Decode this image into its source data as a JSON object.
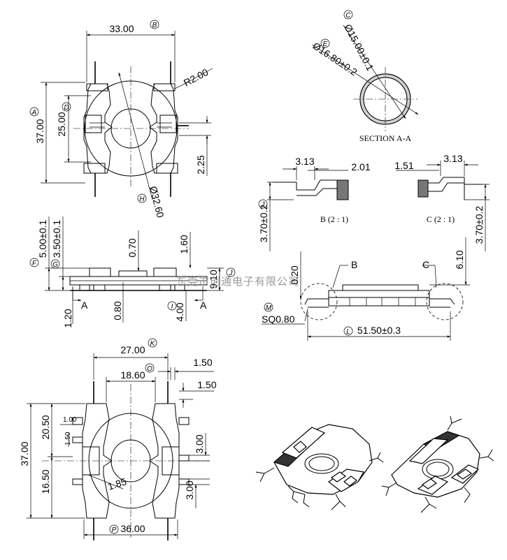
{
  "top_view": {
    "dims": {
      "width_top": "33.00",
      "height_left": "37.00",
      "inner_height": "25.00",
      "radius": "R2.00",
      "pin_offset": "2.25",
      "diameter": "Ø32.60"
    },
    "markers": {
      "A": "A",
      "B": "B",
      "D": "D",
      "H": "H"
    }
  },
  "section_view": {
    "dims": {
      "inner_dia": "Ø15.00±0.1",
      "outer_dia": "Ø16.80±0.2"
    },
    "caption": "SECTION A-A",
    "markers": {
      "C": "C",
      "E": "E"
    }
  },
  "side_view": {
    "dims": {
      "total_h": "5.00±0.1",
      "body_h": "3.50±0.1",
      "t070": "0.70",
      "t160": "1.60",
      "t910": "9.10",
      "t120": "1.20",
      "t080": "0.80",
      "t400": "4.00"
    },
    "section_marks": [
      "A",
      "A"
    ],
    "markers": {
      "F": "F",
      "G": "G",
      "I": "I",
      "J": "J"
    },
    "watermark": "东莞市创通电子有限公司"
  },
  "detail_views": {
    "b_dims": {
      "a": "3.13",
      "b": "2.01",
      "h": "3.70±0.2"
    },
    "c_dims": {
      "a": "1.51",
      "b": "3.13",
      "h": "3.70±0.2"
    },
    "b_caption": "B (2 : 1)",
    "c_caption": "C (2 : 1)",
    "markers": {
      "J": "J"
    }
  },
  "front_view": {
    "dims": {
      "t020": "0.20",
      "t610": "6.10",
      "sq": "SQ0.80",
      "length": "51.50±0.3"
    },
    "callouts": {
      "B": "B",
      "C": "C"
    },
    "markers": {
      "M": "M",
      "L": "L"
    }
  },
  "bottom_view": {
    "dims": {
      "w27": "27.00",
      "w1860": "18.60",
      "t150a": "1.50",
      "t150b": "1.50",
      "h37": "37.00",
      "h2050": "20.50",
      "h1650": "16.50",
      "s100": "1.00",
      "s150": "1.50",
      "r185": "1.85",
      "v300a": "3.00",
      "v300b": "3.00",
      "w36": "36.00"
    },
    "markers": {
      "K": "K",
      "O": "O",
      "P": "P"
    }
  }
}
